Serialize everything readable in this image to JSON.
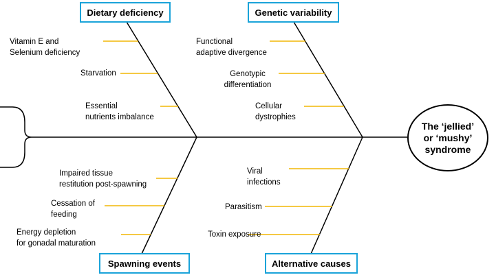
{
  "head": {
    "lines": [
      "The ‘jellied’",
      "or ‘mushy’",
      "syndrome"
    ]
  },
  "colors": {
    "box_border": "#1aa3d9",
    "tick": "#f2b705",
    "line": "#000000"
  },
  "categories": {
    "dietary": {
      "title": "Dietary deficiency",
      "causes": [
        [
          "Vitamin E and",
          "Selenium deficiency"
        ],
        [
          "Starvation"
        ],
        [
          "Essential",
          "nutrients imbalance"
        ]
      ]
    },
    "genetic": {
      "title": "Genetic variability",
      "causes": [
        [
          "Functional",
          "adaptive divergence"
        ],
        [
          "Genotypic",
          "differentiation"
        ],
        [
          "Cellular",
          "dystrophies"
        ]
      ]
    },
    "spawning": {
      "title": "Spawning events",
      "causes": [
        [
          "Impaired tissue",
          "restitution post-spawning"
        ],
        [
          "Cessation of",
          "feeding"
        ],
        [
          "Energy depletion",
          "for gonadal maturation"
        ]
      ]
    },
    "alternative": {
      "title": "Alternative causes",
      "causes": [
        [
          "Viral",
          "infections"
        ],
        [
          "Parasitism"
        ],
        [
          "Toxin exposure"
        ]
      ]
    }
  }
}
